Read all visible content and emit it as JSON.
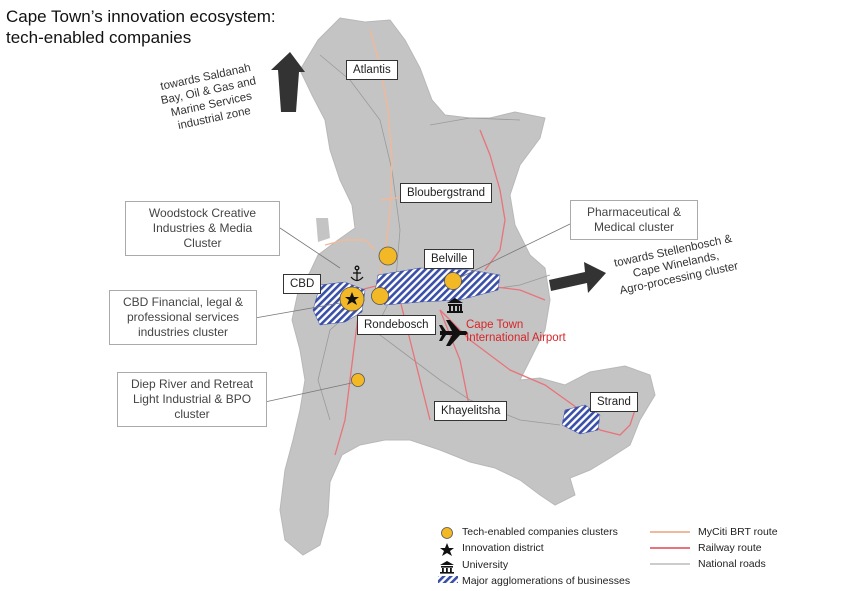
{
  "title": {
    "line1": "Cape Town’s innovation ecosystem:",
    "line2": "tech-enabled companies"
  },
  "places": {
    "atlantis": "Atlantis",
    "bloubergstrand": "Bloubergstrand",
    "belville": "Belville",
    "cbd": "CBD",
    "rondebosch": "Rondebosch",
    "khayelitsha": "Khayelitsha",
    "strand": "Strand"
  },
  "clusters": {
    "woodstock": [
      "Woodstock Creative",
      "Industries & Media",
      "Cluster"
    ],
    "cbd_financial": [
      "CBD Financial, legal &",
      "professional services",
      "industries cluster"
    ],
    "diep_river": [
      "Diep River and Retreat",
      "Light Industrial & BPO",
      "cluster"
    ],
    "pharma": [
      "Pharmaceutical &",
      "Medical cluster"
    ]
  },
  "directions": {
    "saldanah": [
      "towards Saldanah",
      "Bay, Oil & Gas and",
      "Marine Services",
      "industrial zone"
    ],
    "stellenbosch": [
      "towards Stellenbosch &",
      "Cape Winelands,",
      "Agro-processing cluster"
    ]
  },
  "airport": [
    "Cape Town",
    "International Airport"
  ],
  "legend": {
    "clusters": "Tech-enabled companies clusters",
    "innovation": "Innovation district",
    "university": "University",
    "agglomerations": "Major agglomerations of businesses",
    "brt": "MyCiti BRT route",
    "railway": "Railway route",
    "roads": "National roads"
  },
  "colors": {
    "land": "#c4c4c4",
    "cluster": "#f2b826",
    "railway": "#e8737a",
    "brt": "#f0b999",
    "roads": "#9a9a9a",
    "hatch": "#3a4fa8",
    "airport": "#d6262a"
  },
  "icons": [
    "circle-icon",
    "star-icon",
    "university-icon",
    "hatch-icon",
    "anchor-icon",
    "airplane-icon",
    "arrow-icon"
  ]
}
